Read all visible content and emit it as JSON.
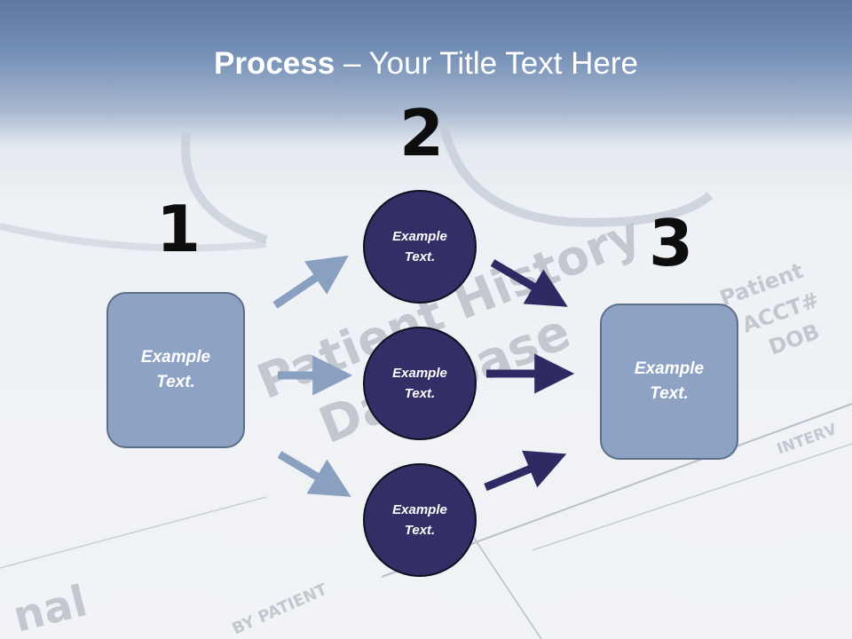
{
  "title": {
    "bold": "Process",
    "rest": " – Your Title Text Here"
  },
  "steps": [
    {
      "number": "1",
      "text": "Example Text."
    },
    {
      "number": "2",
      "items": [
        "Example Text.",
        "Example Text.",
        "Example Text."
      ]
    },
    {
      "number": "3",
      "text": "Example Text."
    }
  ],
  "background": {
    "words": [
      "Patient History",
      "Database",
      "Patient",
      "ACCT#",
      "DOB",
      "INTERV",
      "nal",
      "BY PATIENT"
    ]
  },
  "colors": {
    "box_fill": "#8ea3c4",
    "circle_fill": "#332f66",
    "arrow_light": "#8aa0c0",
    "arrow_dark": "#2e2a63"
  }
}
